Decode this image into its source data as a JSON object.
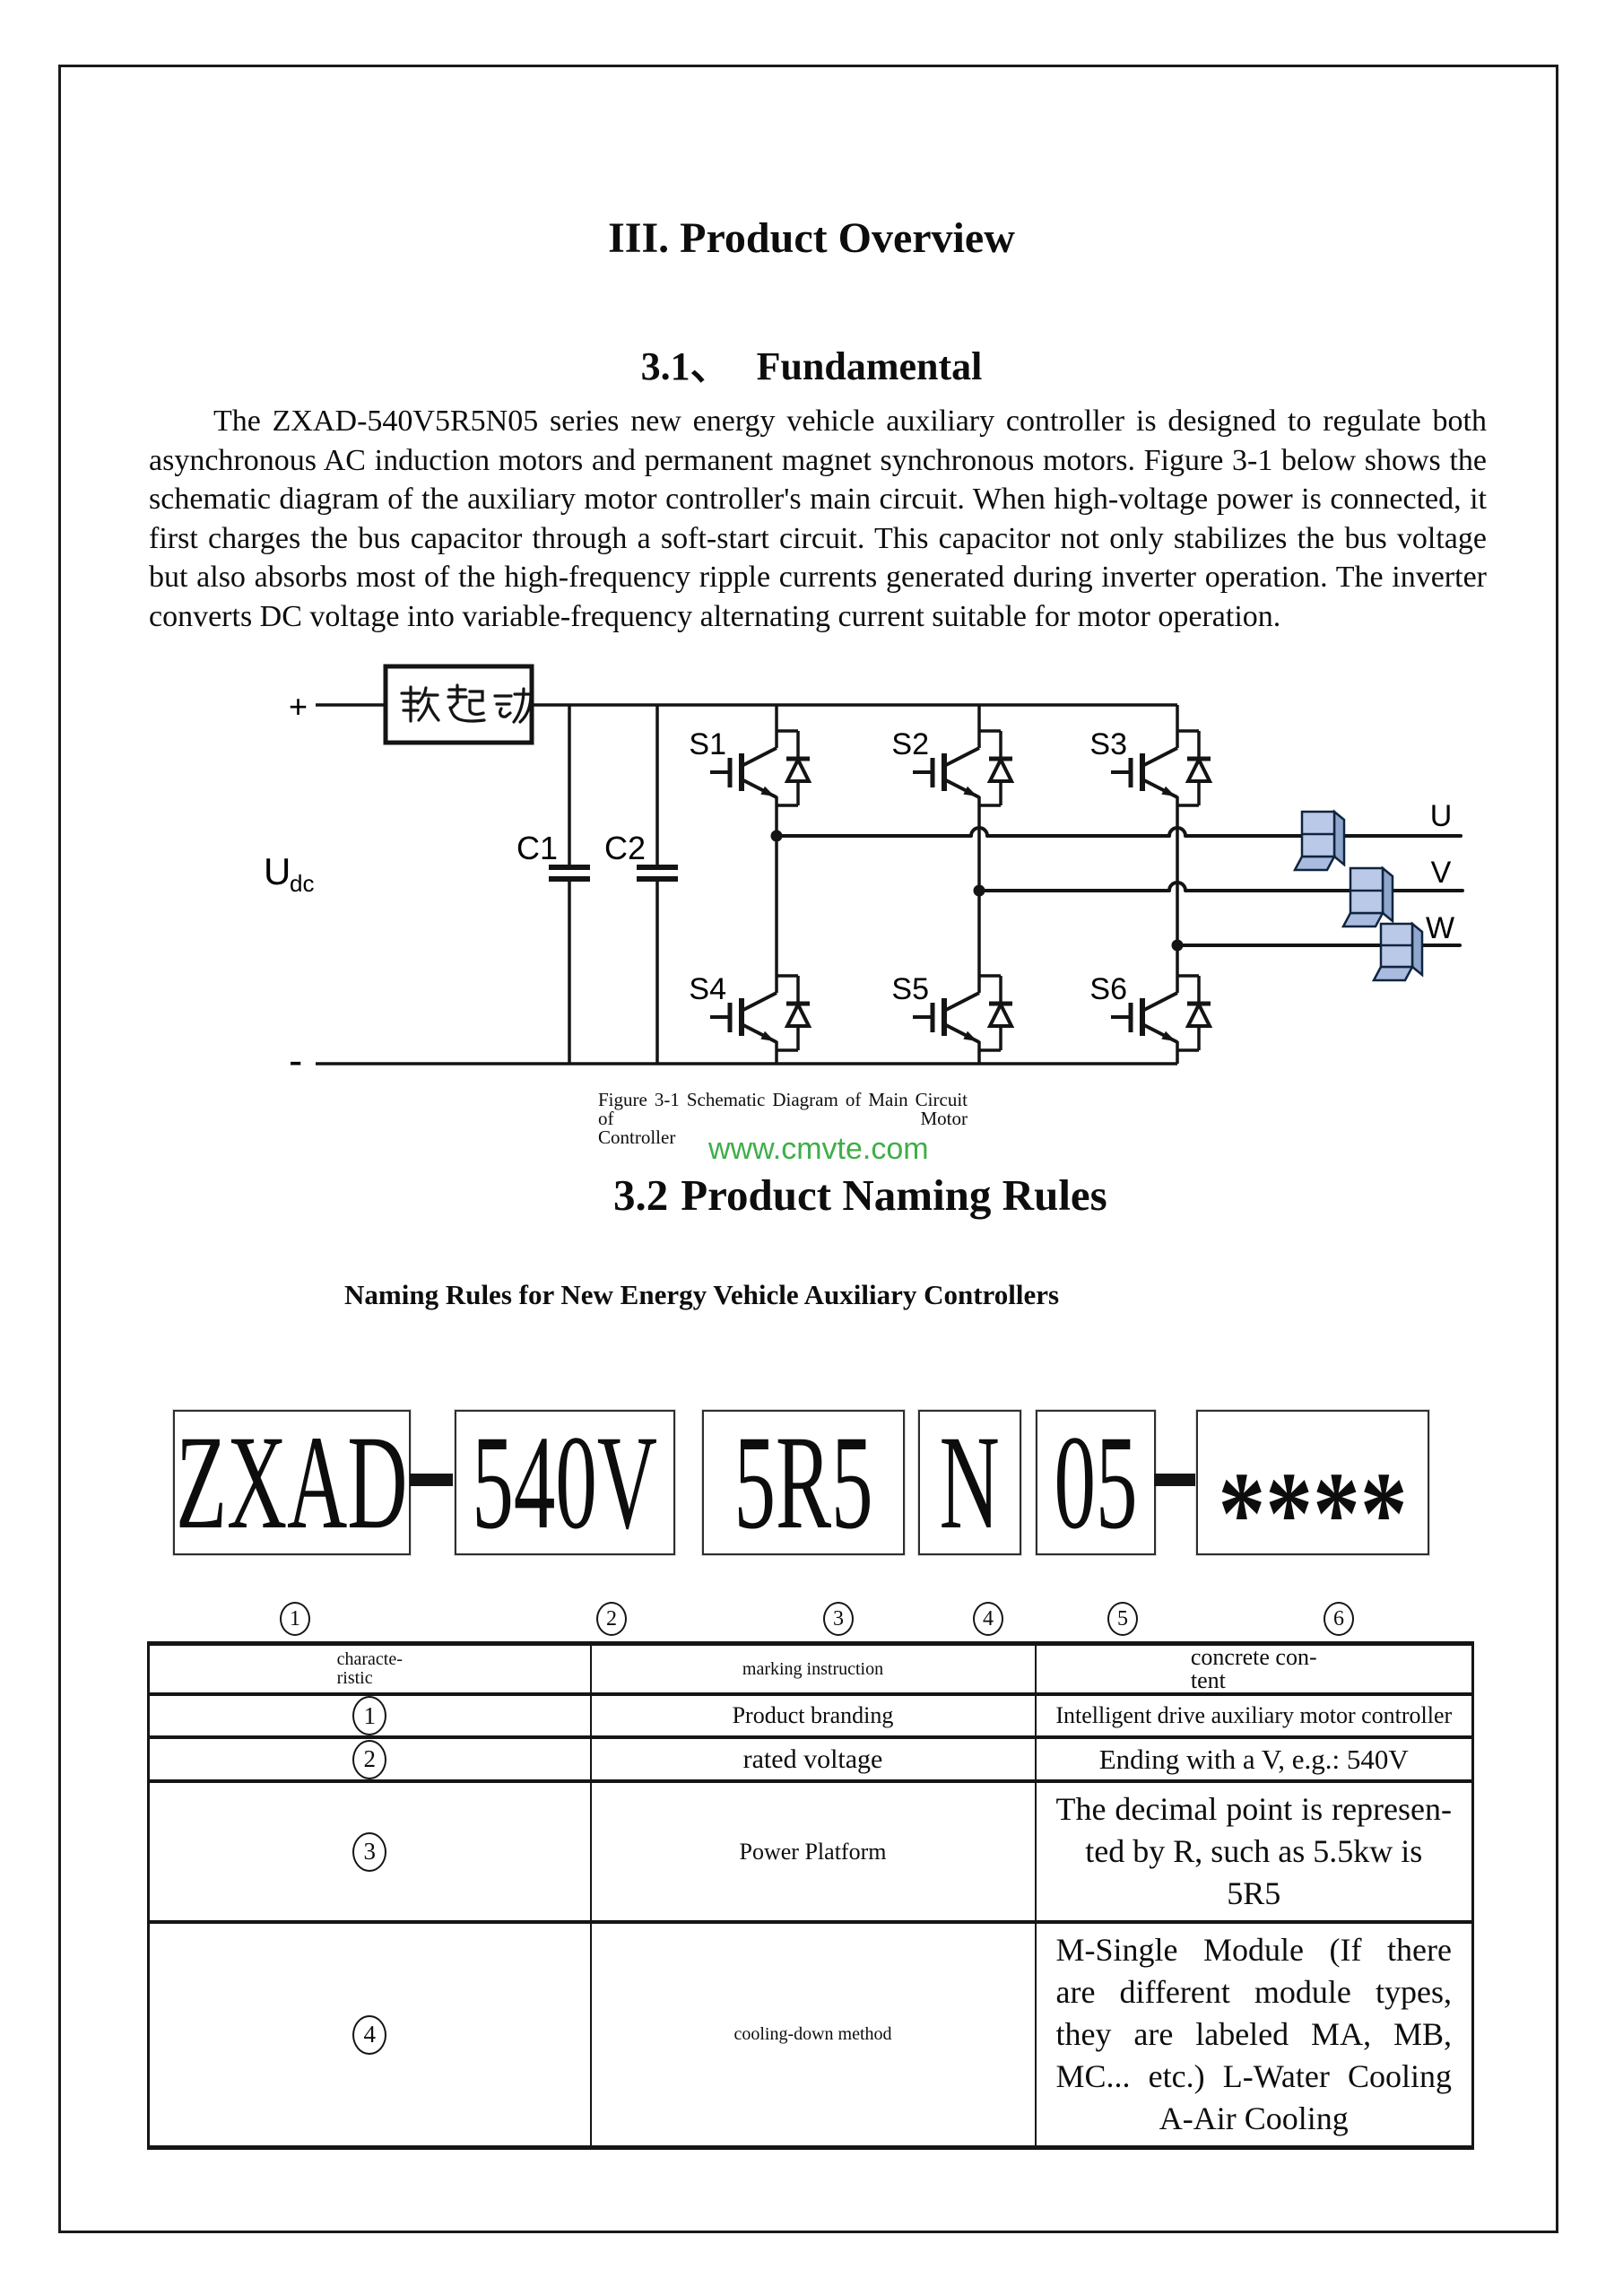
{
  "page": {
    "title": "III. Product Overview",
    "section_31": {
      "number": "3.1、",
      "title": "Fundamental"
    },
    "paragraph": "The ZXAD-540V5R5N05 series new energy vehicle auxiliary controller is designed to regulate both asynchronous AC induction motors and permanent magnet synchronous motors. Figure 3-1 below shows the schematic diagram of the auxiliary motor controller's main circuit. When high-voltage power is connected, it first charges the bus capacitor through a soft-start circuit. This capacitor not only stabilizes the bus voltage but also absorbs most of the high-frequency ripple currents generated during inverter operation. The inverter converts DC voltage into variable-frequency alternating current suitable for motor operation.",
    "figure_caption": {
      "line1": "Figure 3-1 Schematic Diagram of Main Circuit of Motor",
      "line2": "Controller"
    },
    "watermark": "www.cmvte.com",
    "watermark_color": "#3fae49",
    "section_32": {
      "number": "3.2",
      "title": "Product Naming Rules"
    },
    "naming_heading": "Naming Rules for New Energy Vehicle Auxiliary Controllers"
  },
  "circuit": {
    "soft_start_label": "软起动",
    "plus_label": "+",
    "minus_label": "-",
    "udc_main": "U",
    "udc_sub": "dc",
    "capacitor_labels": [
      "C1",
      "C2"
    ],
    "switch_labels": [
      "S1",
      "S2",
      "S3",
      "S4",
      "S5",
      "S6"
    ],
    "phase_labels": [
      "U",
      "V",
      "W"
    ],
    "sensor_fill": "#bac9e8",
    "sensor_side_fill": "#8fa6cd",
    "sensor_flap_fill": "#a9bbde",
    "ink_color": "#141414"
  },
  "product_code": {
    "segments": [
      "ZXAD",
      "540V",
      "5R5",
      "N",
      "05",
      "****"
    ],
    "separators": [
      "-",
      "-"
    ],
    "callouts": [
      "1",
      "2",
      "3",
      "4",
      "5",
      "6"
    ]
  },
  "table": {
    "headers": {
      "col1_line1": "characte-",
      "col1_line2": "ristic",
      "col2": "marking instruction",
      "col3_line1": "concrete  con-",
      "col3_line2": "tent"
    },
    "rows": [
      {
        "num": "1",
        "marking": "Product branding",
        "content_lines": [
          "Intelligent drive auxiliary motor controller"
        ]
      },
      {
        "num": "2",
        "marking": "rated voltage",
        "content_lines": [
          "Ending with a V, e.g.: 540V"
        ]
      },
      {
        "num": "3",
        "marking": "Power Platform",
        "content_lines": [
          "The decimal point is represen-",
          "ted by R, such as 5.5kw is 5R5"
        ]
      },
      {
        "num": "4",
        "marking": "cooling-down method",
        "content_lines": [
          "M-Single Module (If there",
          "are different module types,",
          "they are labeled MA, MB,",
          "MC... etc.) L-Water Cooling",
          "A-Air Cooling"
        ]
      }
    ]
  }
}
